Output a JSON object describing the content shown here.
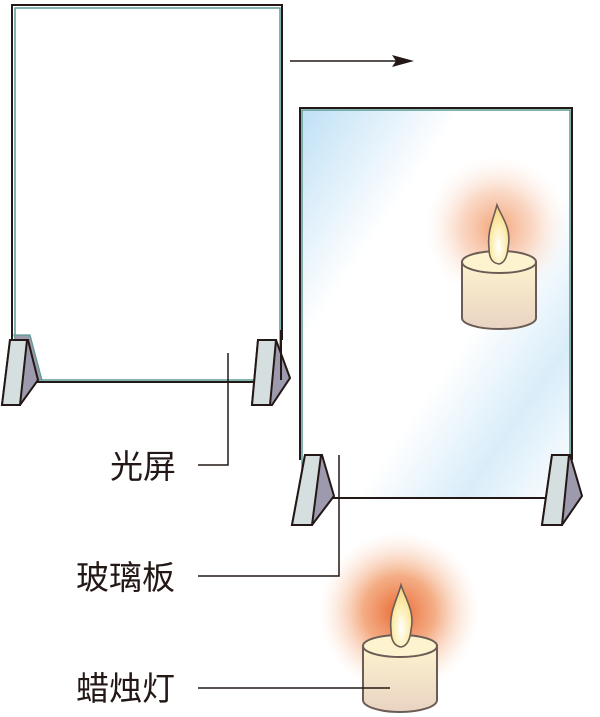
{
  "labels": {
    "screen": "光屏",
    "glass_plate": "玻璃板",
    "candle": "蜡烛灯"
  },
  "colors": {
    "frame_edge": "#5a9a94",
    "stand_face": "#d6dfe0",
    "stand_side": "#9c9aac",
    "glow": "#e8763a",
    "glass_tint": "#bfe0f5",
    "candle_body": "#f7e6bf"
  }
}
